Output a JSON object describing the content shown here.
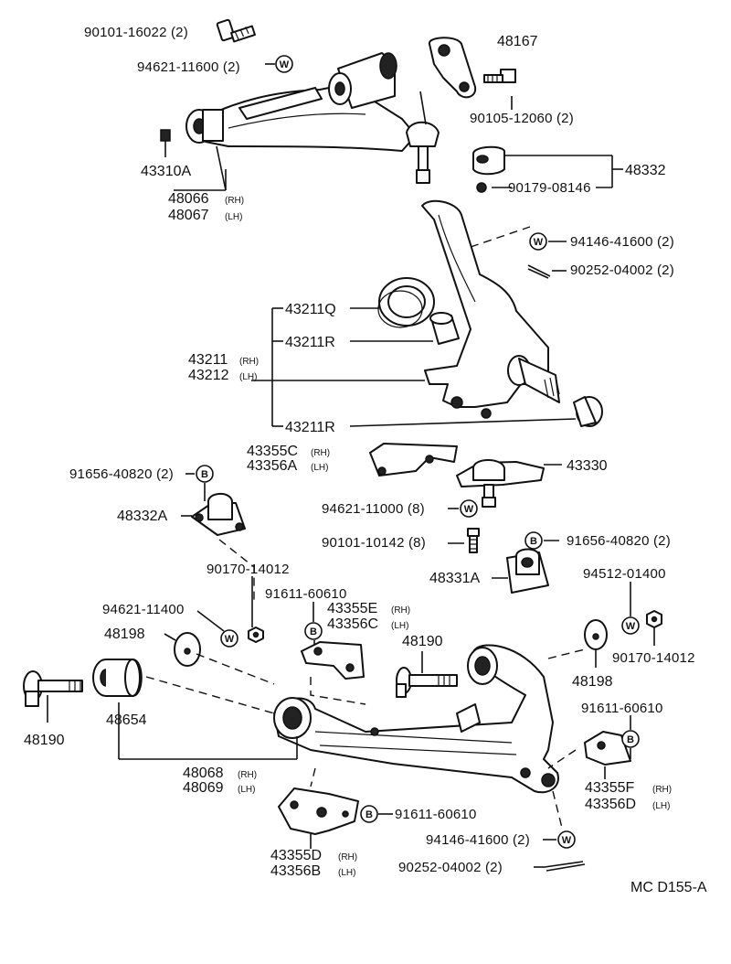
{
  "diagram_code": "MC  D155-A",
  "symbols": {
    "washer": "W",
    "bolt": "B"
  },
  "labels": {
    "p90101_16022": "90101-16022 (2)",
    "p94621_11600": "94621-11600 (2)",
    "p48167": "48167",
    "p90105_12060": "90105-12060 (2)",
    "p43310A": "43310A",
    "p48066": "48066",
    "p48066_side": "(RH)",
    "p48067": "48067",
    "p48067_side": "(LH)",
    "p48332": "48332",
    "p90179_08146": "90179-08146",
    "p94146_41600_top": "94146-41600 (2)",
    "p90252_04002_top": "90252-04002 (2)",
    "p43211Q": "43211Q",
    "p43211R_a": "43211R",
    "p43211": "43211",
    "p43211_side": "(RH)",
    "p43212": "43212",
    "p43212_side": "(LH)",
    "p43211R_b": "43211R",
    "p43355C": "43355C",
    "p43355C_side": "(RH)",
    "p43356A": "43356A",
    "p43356A_side": "(LH)",
    "p43330": "43330",
    "p91656_40820_a": "91656-40820 (2)",
    "p48332A": "48332A",
    "p94621_11000": "94621-11000 (8)",
    "p90101_10142": "90101-10142 (8)",
    "p91656_40820_b": "91656-40820 (2)",
    "p90170_14012_a": "90170-14012",
    "p48331A": "48331A",
    "p94512_01400": "94512-01400",
    "p91611_60610_a": "91611-60610",
    "p43355E": "43355E",
    "p43355E_side": "(RH)",
    "p43356C": "43356C",
    "p43356C_side": "(LH)",
    "p94621_11400": "94621-11400",
    "p48190_a": "48190",
    "p48198_a": "48198",
    "p90170_14012_b": "90170-14012",
    "p48198_b": "48198",
    "p48654": "48654",
    "p48190_b": "48190",
    "p91611_60610_b": "91611-60610",
    "p48068": "48068",
    "p48068_side": "(RH)",
    "p48069": "48069",
    "p48069_side": "(LH)",
    "p43355F": "43355F",
    "p43355F_side": "(RH)",
    "p43356D": "43356D",
    "p43356D_side": "(LH)",
    "p91611_60610_c": "91611-60610",
    "p94146_41600_bot": "94146-41600 (2)",
    "p43355D": "43355D",
    "p43355D_side": "(RH)",
    "p43356B": "43356B",
    "p43356B_side": "(LH)",
    "p90252_04002_bot": "90252-04002 (2)"
  }
}
